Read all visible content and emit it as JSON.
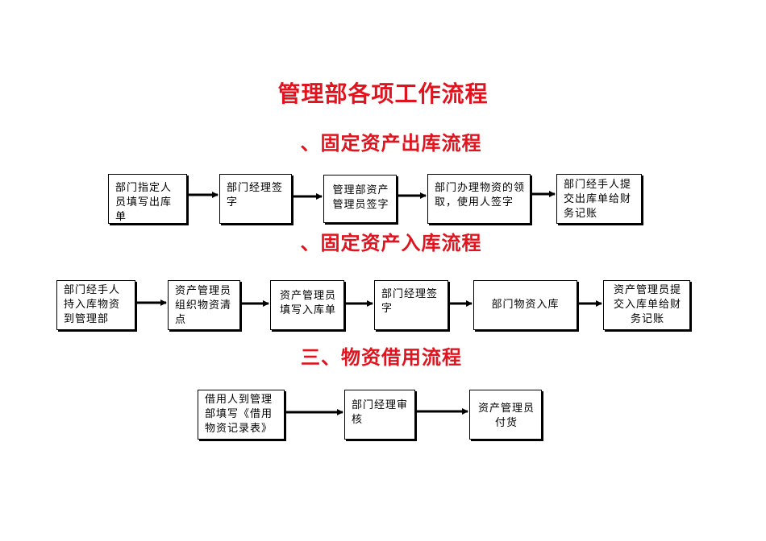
{
  "title": "管理部各项工作流程",
  "sections": [
    {
      "heading": "、固定资产出库流程",
      "steps": [
        "部门指定人员填写出库单",
        "部门经理签字",
        "管理部资产管理员签字",
        "部门办理物资的领取，使用人签字",
        "部门经手人提交出库单给财务记账"
      ]
    },
    {
      "heading": "、固定资产入库流程",
      "steps": [
        "部门经手人持入库物资到管理部",
        "资产管理员组织物资清点",
        "资产管理员填写入库单",
        "部门经理签字",
        "部门物资入库",
        "资产管理员提交入库单给财务记账"
      ]
    },
    {
      "heading": "三、物资借用流程",
      "steps": [
        "借用人到管理部填写《借用物资记录表》",
        "部门经理审核",
        "资产管理员付货"
      ]
    }
  ]
}
